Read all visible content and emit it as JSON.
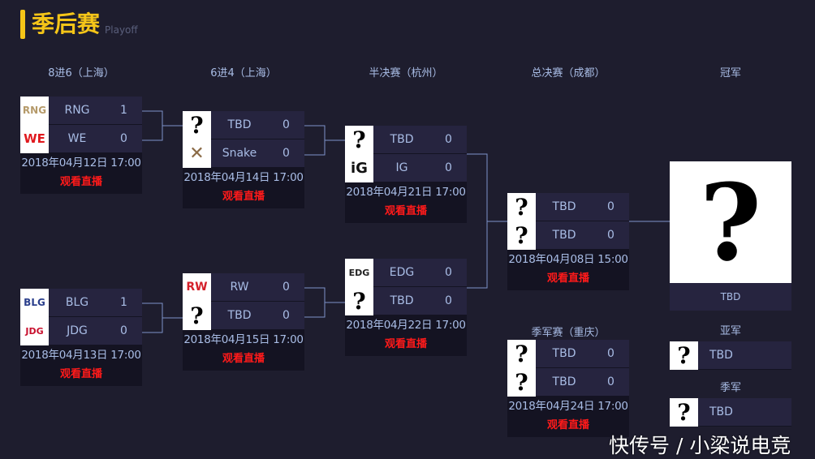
{
  "header": {
    "title": "季后赛",
    "subtitle": "Playoff"
  },
  "columns": [
    "8进6（上海）",
    "6进4（上海）",
    "半决赛（杭州）",
    "总决赛（成都）",
    "冠军"
  ],
  "live_label": "观看直播",
  "matches": [
    {
      "id": "a",
      "teams": [
        {
          "name": "RNG",
          "score": "1",
          "logo": "rng-logo"
        },
        {
          "name": "WE",
          "score": "0",
          "logo": "we-logo"
        }
      ],
      "date": "2018年04月12日 17:00"
    },
    {
      "id": "b",
      "teams": [
        {
          "name": "BLG",
          "score": "1",
          "logo": "blg-logo"
        },
        {
          "name": "JDG",
          "score": "0",
          "logo": "jdg-logo"
        }
      ],
      "date": "2018年04月13日 17:00"
    },
    {
      "id": "c",
      "teams": [
        {
          "name": "TBD",
          "score": "0",
          "logo": "question-icon"
        },
        {
          "name": "Snake",
          "score": "0",
          "logo": "snake-logo"
        }
      ],
      "date": "2018年04月14日 17:00"
    },
    {
      "id": "d",
      "teams": [
        {
          "name": "RW",
          "score": "0",
          "logo": "rw-logo"
        },
        {
          "name": "TBD",
          "score": "0",
          "logo": "question-icon"
        }
      ],
      "date": "2018年04月15日 17:00"
    },
    {
      "id": "e",
      "teams": [
        {
          "name": "TBD",
          "score": "0",
          "logo": "question-icon"
        },
        {
          "name": "IG",
          "score": "0",
          "logo": "ig-logo"
        }
      ],
      "date": "2018年04月21日 17:00"
    },
    {
      "id": "f",
      "teams": [
        {
          "name": "EDG",
          "score": "0",
          "logo": "edg-logo"
        },
        {
          "name": "TBD",
          "score": "0",
          "logo": "question-icon"
        }
      ],
      "date": "2018年04月22日 17:00"
    },
    {
      "id": "g",
      "teams": [
        {
          "name": "TBD",
          "score": "0",
          "logo": "question-icon"
        },
        {
          "name": "TBD",
          "score": "0",
          "logo": "question-icon"
        }
      ],
      "date": "2018年04月08日 15:00"
    },
    {
      "id": "h",
      "teams": [
        {
          "name": "TBD",
          "score": "0",
          "logo": "question-icon"
        },
        {
          "name": "TBD",
          "score": "0",
          "logo": "question-icon"
        }
      ],
      "date": "2018年04月24日 17:00"
    }
  ],
  "third_place_header": "季军赛（重庆）",
  "champion": {
    "name": "TBD"
  },
  "runner_up": {
    "label": "亚军",
    "name": "TBD"
  },
  "third": {
    "label": "季军",
    "name": "TBD"
  },
  "watermark": "快传号 / 小梁说电竞"
}
